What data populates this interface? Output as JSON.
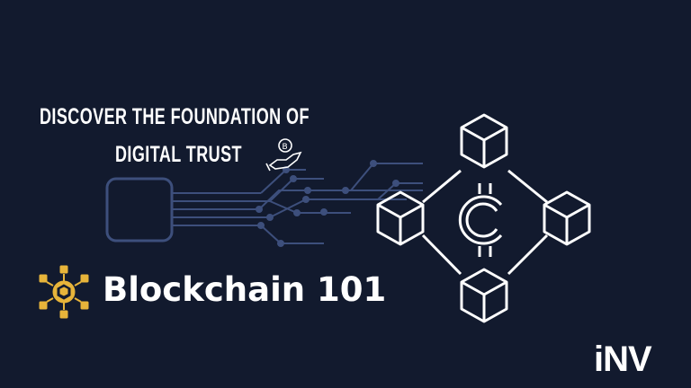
{
  "headline": {
    "line1": "DISCOVER THE FOUNDATION OF",
    "line2": "DIGITAL TRUST"
  },
  "brand": {
    "title": "Blockchain 101"
  },
  "logo": {
    "text": "iNV"
  },
  "colors": {
    "background": "#121a2e",
    "circuit": "#3d4f7c",
    "icon_gold": "#e7b43a",
    "white": "#ffffff"
  },
  "icons": [
    "hand-coin-icon",
    "blockchain-network-icon",
    "crypto-coin-icon",
    "circuit-chip-icon"
  ]
}
